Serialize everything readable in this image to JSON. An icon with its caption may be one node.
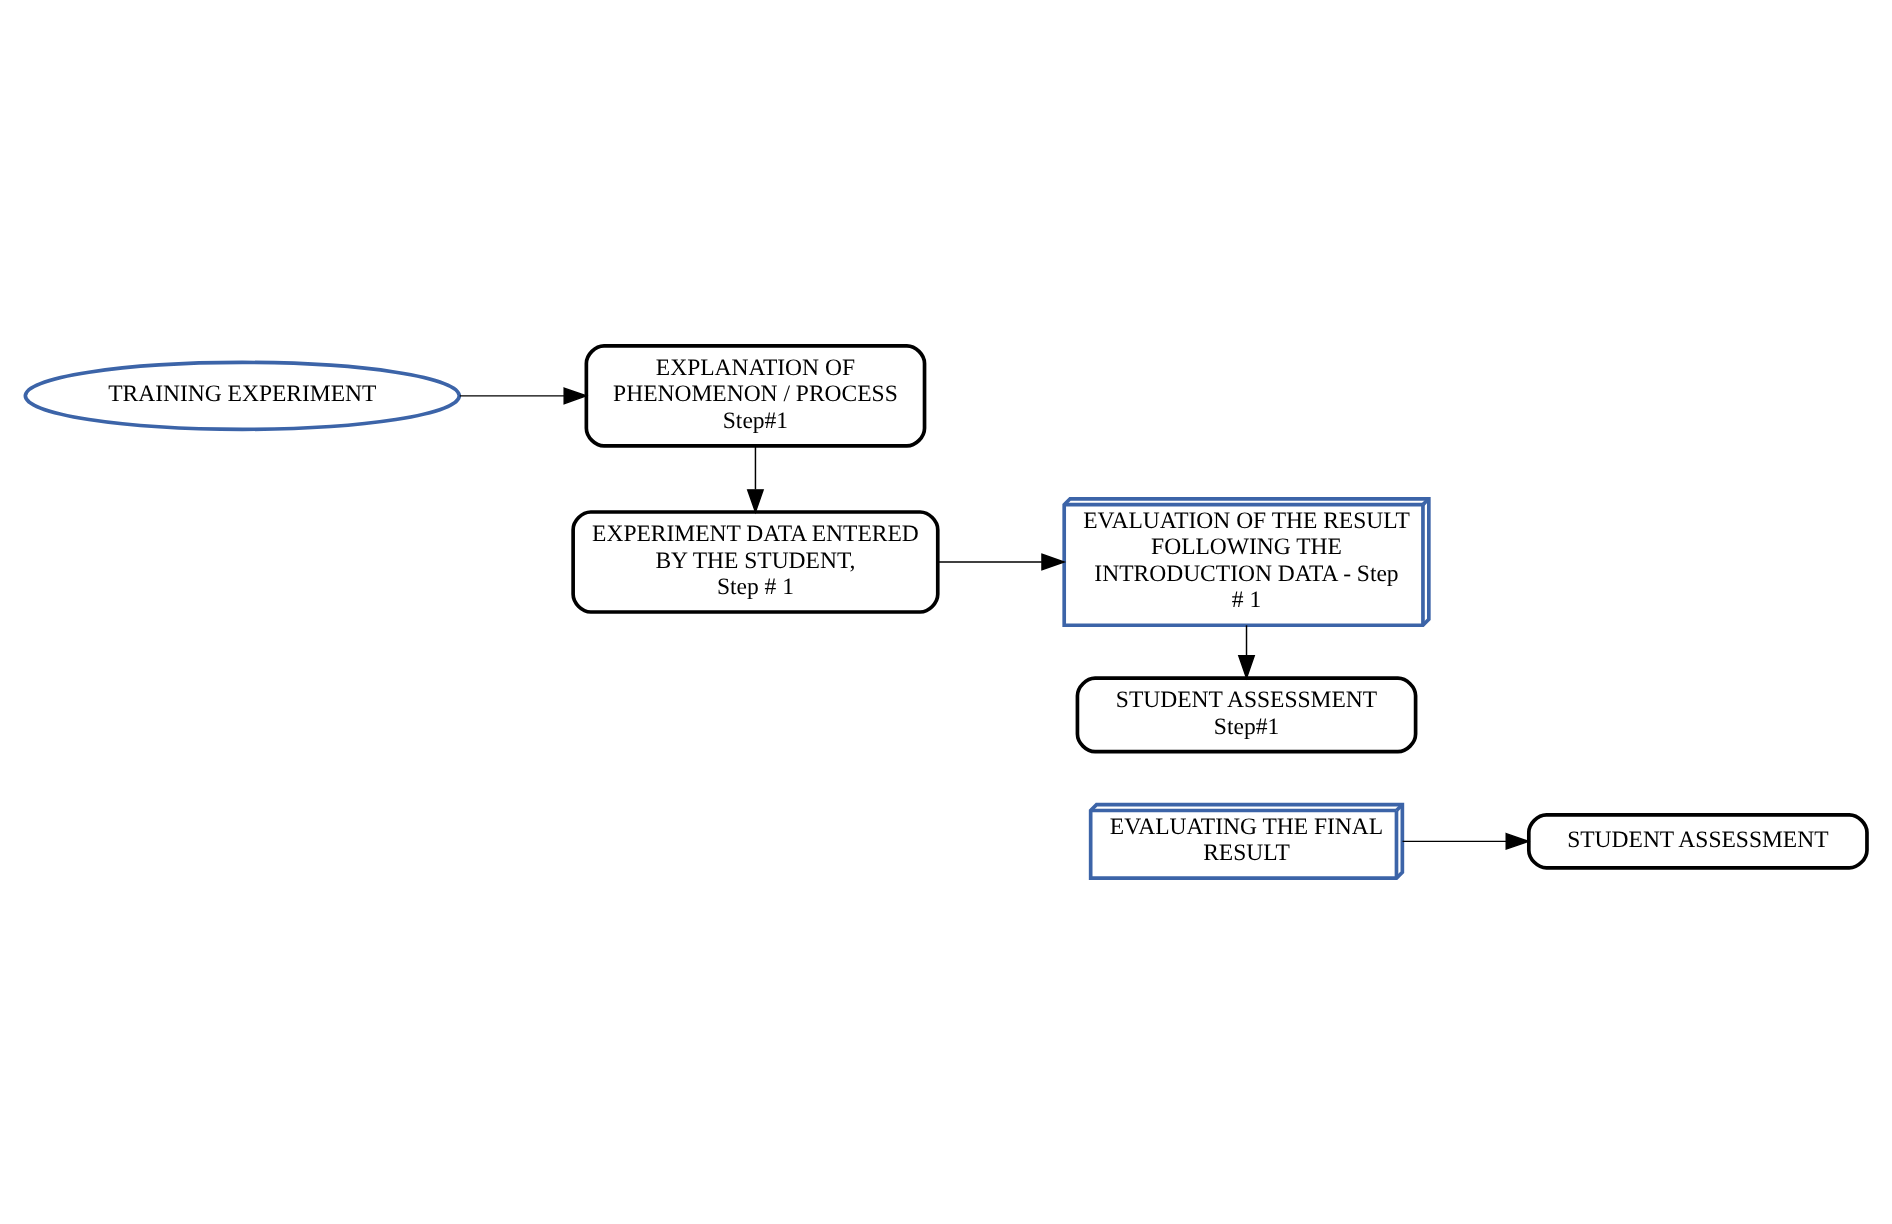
{
  "diagram": {
    "nodes": [
      {
        "text": [
          "TRAINING EXPERIMENT"
        ]
      },
      {
        "text": [
          "EXPLANATION OF PHENOMENON / PROCESS",
          "Step#1"
        ]
      },
      {
        "text": [
          "EXPERIMENT DATA ENTERED BY THE STUDENT,",
          "Step # 1"
        ]
      },
      {
        "text": [
          "EVALUATION OF THE RESULT FOLLOWING THE INTRODUCTION DATA - Step # 1"
        ]
      },
      {
        "text": [
          "STUDENT ASSESSMENT",
          "Step#1"
        ]
      },
      {
        "text": [
          "EVALUATING THE FINAL RESULT"
        ]
      },
      {
        "text": [
          "STUDENT ASSESSMENT"
        ]
      }
    ],
    "edges": [
      {
        "from": 0,
        "to": 1,
        "arrow": "to"
      },
      {
        "from": 1,
        "to": 2,
        "arrow": "to"
      },
      {
        "from": 2,
        "to": 3,
        "arrow": "to"
      },
      {
        "from": 3,
        "to": 4,
        "arrow": "to"
      },
      {
        "from": 5,
        "to": 6,
        "arrow": "to"
      }
    ]
  }
}
